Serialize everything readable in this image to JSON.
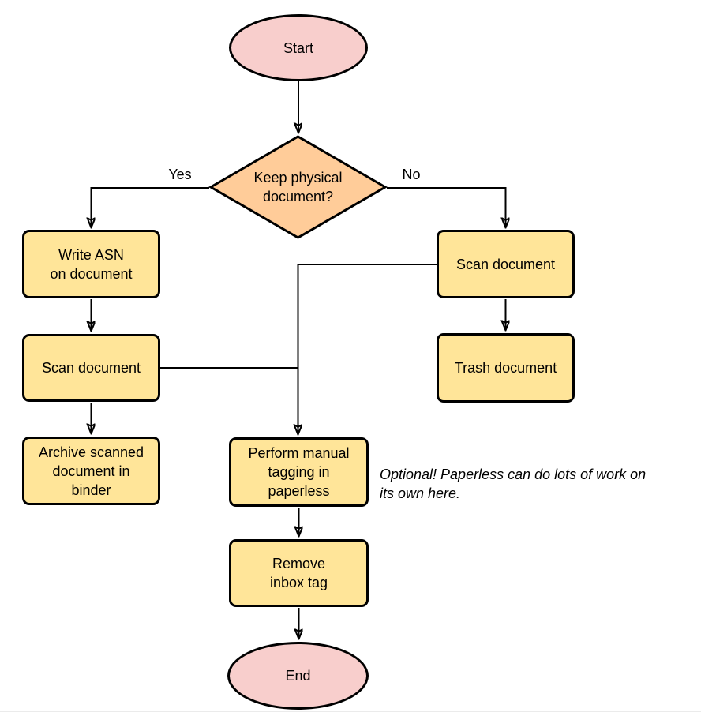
{
  "diagram": {
    "type": "flowchart",
    "nodes": {
      "start": {
        "label": "Start",
        "shape": "terminator",
        "fill": "#F8CECC"
      },
      "decision": {
        "label": "Keep physical\ndocument?",
        "shape": "decision",
        "fill": "#FFCC99"
      },
      "write_asn": {
        "label": "Write ASN\non document",
        "shape": "process",
        "fill": "#FFE599"
      },
      "scan_left": {
        "label": "Scan document",
        "shape": "process",
        "fill": "#FFE599"
      },
      "archive": {
        "label": "Archive scanned\ndocument in\nbinder",
        "shape": "process",
        "fill": "#FFE599"
      },
      "scan_right": {
        "label": "Scan document",
        "shape": "process",
        "fill": "#FFE599"
      },
      "trash": {
        "label": "Trash document",
        "shape": "process",
        "fill": "#FFE599"
      },
      "tagging": {
        "label": "Perform manual\ntagging in\npaperless",
        "shape": "process",
        "fill": "#FFE599"
      },
      "remove_inbox": {
        "label": "Remove\ninbox tag",
        "shape": "process",
        "fill": "#FFE599"
      },
      "end": {
        "label": "End",
        "shape": "terminator",
        "fill": "#F8CECC"
      }
    },
    "edges": [
      {
        "from": "start",
        "to": "decision",
        "label": ""
      },
      {
        "from": "decision",
        "to": "write_asn",
        "label": "Yes"
      },
      {
        "from": "decision",
        "to": "scan_right",
        "label": "No"
      },
      {
        "from": "write_asn",
        "to": "scan_left",
        "label": ""
      },
      {
        "from": "scan_left",
        "to": "archive",
        "label": ""
      },
      {
        "from": "scan_right",
        "to": "trash",
        "label": ""
      },
      {
        "from": "scan_left",
        "to": "tagging",
        "label": ""
      },
      {
        "from": "scan_right",
        "to": "tagging",
        "label": ""
      },
      {
        "from": "tagging",
        "to": "remove_inbox",
        "label": ""
      },
      {
        "from": "remove_inbox",
        "to": "end",
        "label": ""
      }
    ],
    "annotation": "Optional! Paperless can do lots of work on\nits own here.",
    "colors": {
      "terminator_fill": "#F8CECC",
      "decision_fill": "#FFCC99",
      "process_fill": "#FFE599",
      "stroke": "#000000"
    }
  }
}
